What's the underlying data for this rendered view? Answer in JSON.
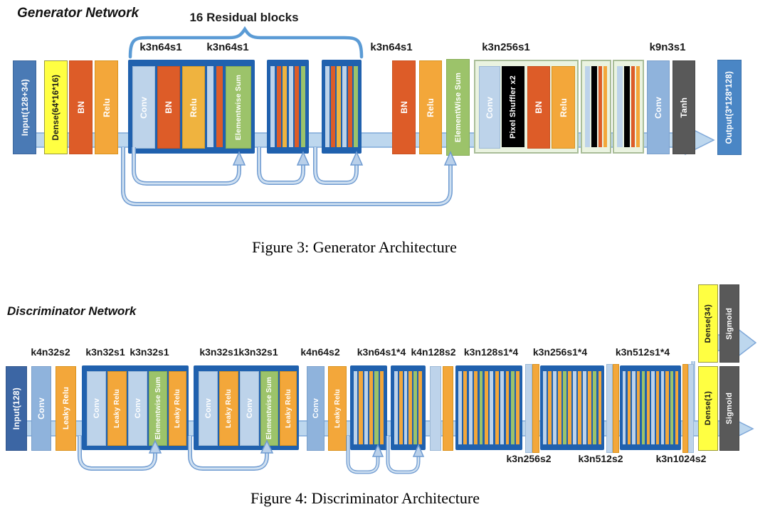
{
  "palette": {
    "container_blue": "#2061ae",
    "conv_light_blue": "#bdd3ea",
    "conv_medium_blue": "#8fb3dc",
    "bn_red": "#dd5c28",
    "relu_orange": "#f3a73a",
    "elementwise_sum_green": "#9cc36a",
    "pixel_shuffler_black": "#000000",
    "dense_yellow": "#ffff42",
    "sigmoid_tanh_gray": "#595959",
    "input_blue": "#4a7ab5",
    "output_blue": "#4a86c5",
    "flow_band_blue": "#bdd7ee",
    "ps_container_green": "#eaf3e0",
    "brace_blue": "#5b9bd5"
  },
  "generator": {
    "title": "Generator Network",
    "brace_label": "16 Residual blocks",
    "top_labels": [
      "k3n64s1",
      "k3n64s1",
      "k3n64s1",
      "k3n256s1",
      "k9n3s1"
    ],
    "blocks": {
      "input": "Input(128+34)",
      "dense": "Dense(64*16*16)",
      "bn1": "BN",
      "relu1": "Relu",
      "res_conv": "Conv",
      "res_bn": "BN",
      "res_relu": "Relu",
      "res_sum": "Elementwise Sum",
      "bn2": "BN",
      "relu2": "Relu",
      "sum2": "ElementWise Sum",
      "ps_conv": "Conv",
      "ps_shuffler": "Pixel Shuffler x2",
      "ps_bn": "BN",
      "ps_relu": "Relu",
      "conv_out": "Conv",
      "tanh": "Tanh",
      "output": "Output(3*128*128)"
    },
    "caption": "Figure 3: Generator Architecture"
  },
  "discriminator": {
    "title": "Discriminator Network",
    "top_labels": [
      "k4n32s2",
      "k3n32s1",
      "k3n32s1",
      "k3n32s1",
      "k3n32s1",
      "k4n64s2",
      "k3n64s1*4",
      "k4n128s2",
      "k3n128s1*4",
      "k3n256s1*4",
      "k3n512s1*4"
    ],
    "bottom_labels": [
      "k3n256s2",
      "k3n512s2",
      "k3n1024s2"
    ],
    "blocks": {
      "input": "Input(128)",
      "conv1": "Conv",
      "lrelu1": "Leaky Relu",
      "res_conv": "Conv",
      "res_lrelu": "Leaky Relu",
      "res_sum": "Elementwise Sum",
      "conv2": "Conv",
      "lrelu2": "Leaky Relu",
      "dense34": "Dense(34)",
      "sigmoid34": "Sigmoid",
      "dense1": "Dense(1)",
      "sigmoid1": "Sigmoid"
    },
    "caption": "Figure 4: Discriminator Architecture"
  }
}
